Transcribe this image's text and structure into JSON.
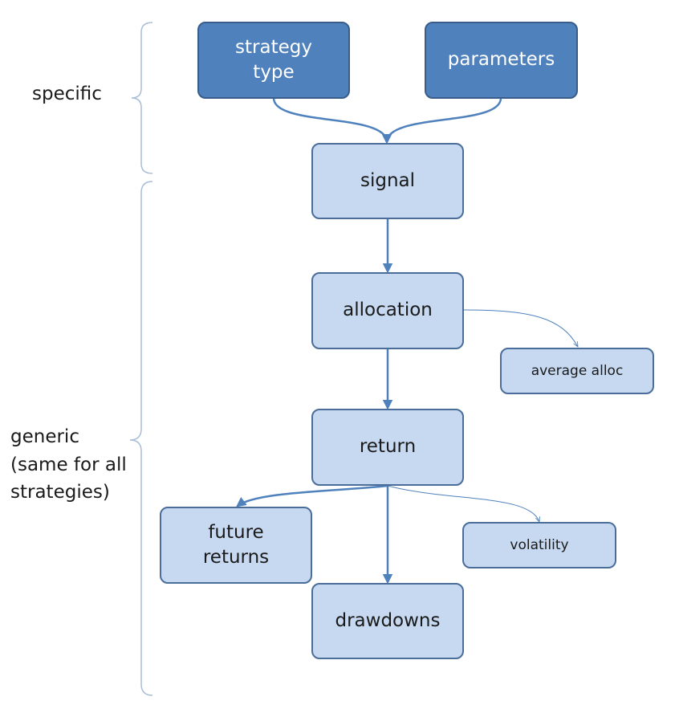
{
  "side_labels": {
    "specific": "specific",
    "generic_line1": "generic",
    "generic_line2": "(same for all",
    "generic_line3": "strategies)"
  },
  "nodes": {
    "strategy_type_line1": "strategy",
    "strategy_type_line2": "type",
    "parameters": "parameters",
    "signal": "signal",
    "allocation": "allocation",
    "average_alloc": "average alloc",
    "return": "return",
    "future_returns_line1": "future",
    "future_returns_line2": "returns",
    "volatility": "volatility",
    "drawdowns": "drawdowns"
  },
  "colors": {
    "input_fill": "#4f81bd",
    "input_border": "#385d8a",
    "process_fill": "#c6d9f1",
    "process_border": "#4a6d9a",
    "arrow": "#4f81bd",
    "brace": "#a9bed6"
  }
}
